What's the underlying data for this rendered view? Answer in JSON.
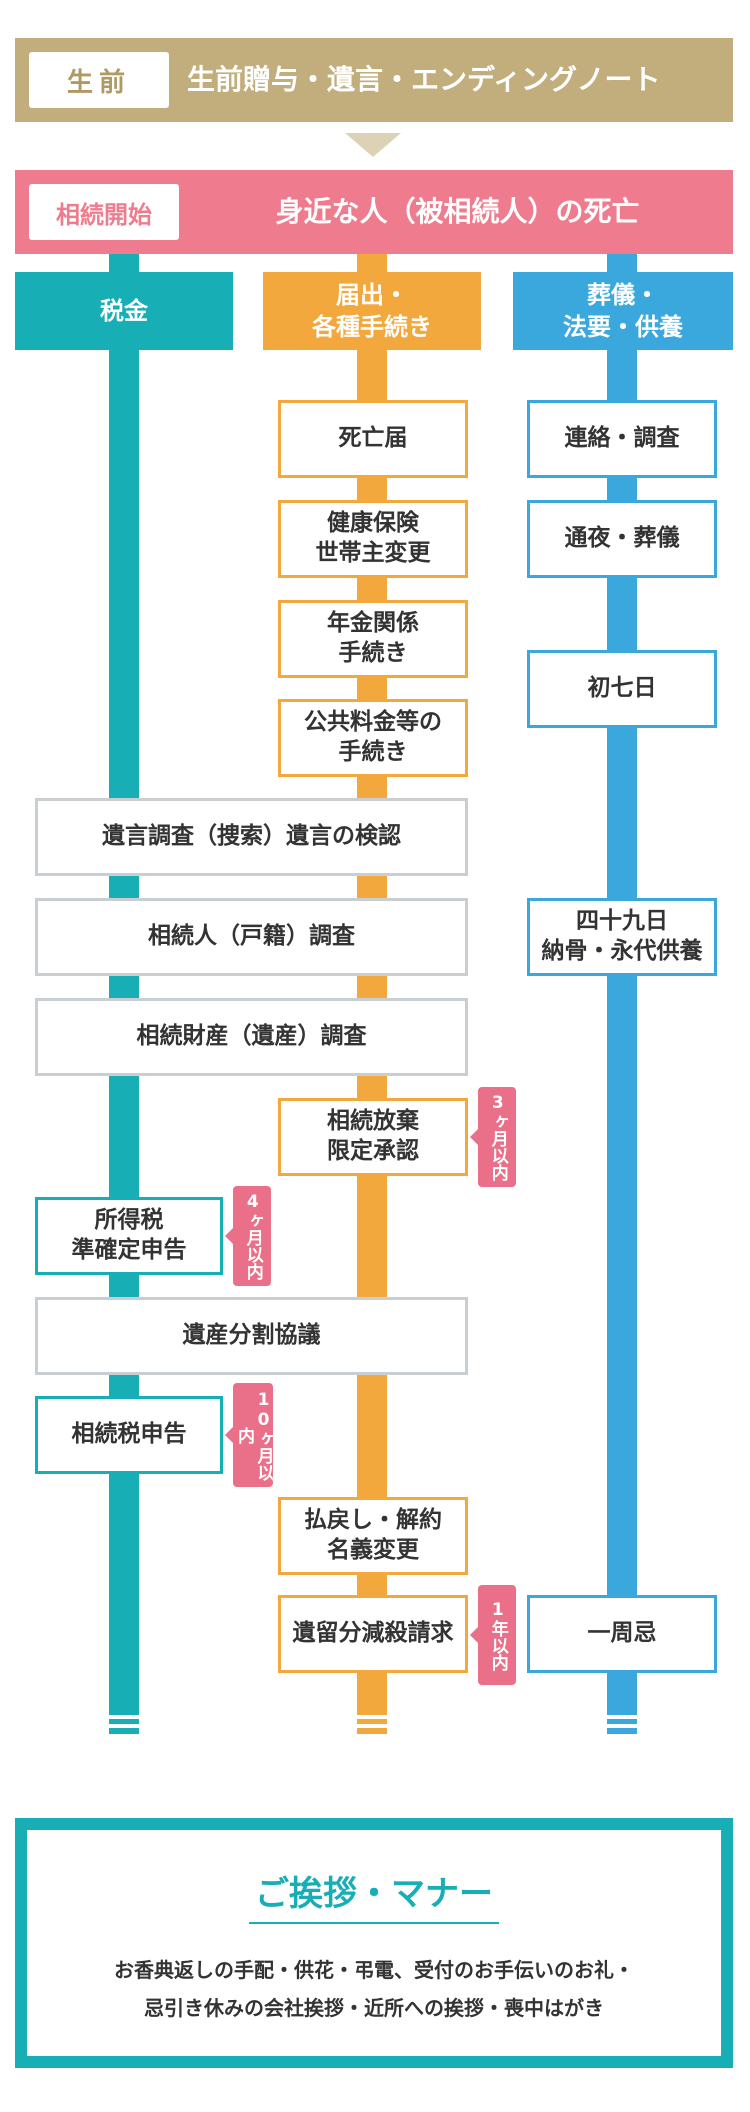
{
  "before_death": {
    "label": "生前",
    "text": "生前贈与・遺言・エンディングノート"
  },
  "inheritance_start": {
    "label": "相続開始",
    "text": "身近な人（被相続人）の死亡"
  },
  "columns": {
    "tax": "税金",
    "procedures": "届出・\n各種手続き",
    "funeral": "葬儀・\n法要・供養"
  },
  "items": {
    "death_notice": "死亡届",
    "contact_survey": "連絡・調査",
    "health_insurance": "健康保険\n世帯主変更",
    "wake_funeral": "通夜・葬儀",
    "pension": "年金関係\n手続き",
    "seventh_day": "初七日",
    "utilities": "公共料金等の\n手続き",
    "will_search": "遺言調査（捜索）遺言の検認",
    "heir_survey": "相続人（戸籍）調査",
    "forty_ninth": "四十九日\n納骨・永代供養",
    "estate_survey": "相続財産（遺産）調査",
    "renunciation": "相続放棄\n限定承認",
    "income_tax": "所得税\n準確定申告",
    "division": "遺産分割協議",
    "inheritance_tax": "相続税申告",
    "refund": "払戻し・解約\n名義変更",
    "reserved_portion": "遺留分減殺請求",
    "first_anniversary": "一周忌"
  },
  "deadlines": {
    "three_months": "3ヶ月以内",
    "four_months": "4ヶ月以内",
    "ten_months": "10ヶ月以内",
    "one_year": "1年以内"
  },
  "manners": {
    "title": "ご挨拶・マナー",
    "line1": "お香典返しの手配・供花・弔電、受付のお手伝いのお礼・",
    "line2": "忌引き休みの会社挨拶・近所への挨拶・喪中はがき"
  },
  "colors": {
    "gold": "#C2AE7C",
    "pink": "#EF7C8E",
    "teal": "#17AEB6",
    "orange": "#F2A83C",
    "blue": "#3AA8DC",
    "tag": "#EA6F88",
    "gray_border": "#C9CED3"
  }
}
